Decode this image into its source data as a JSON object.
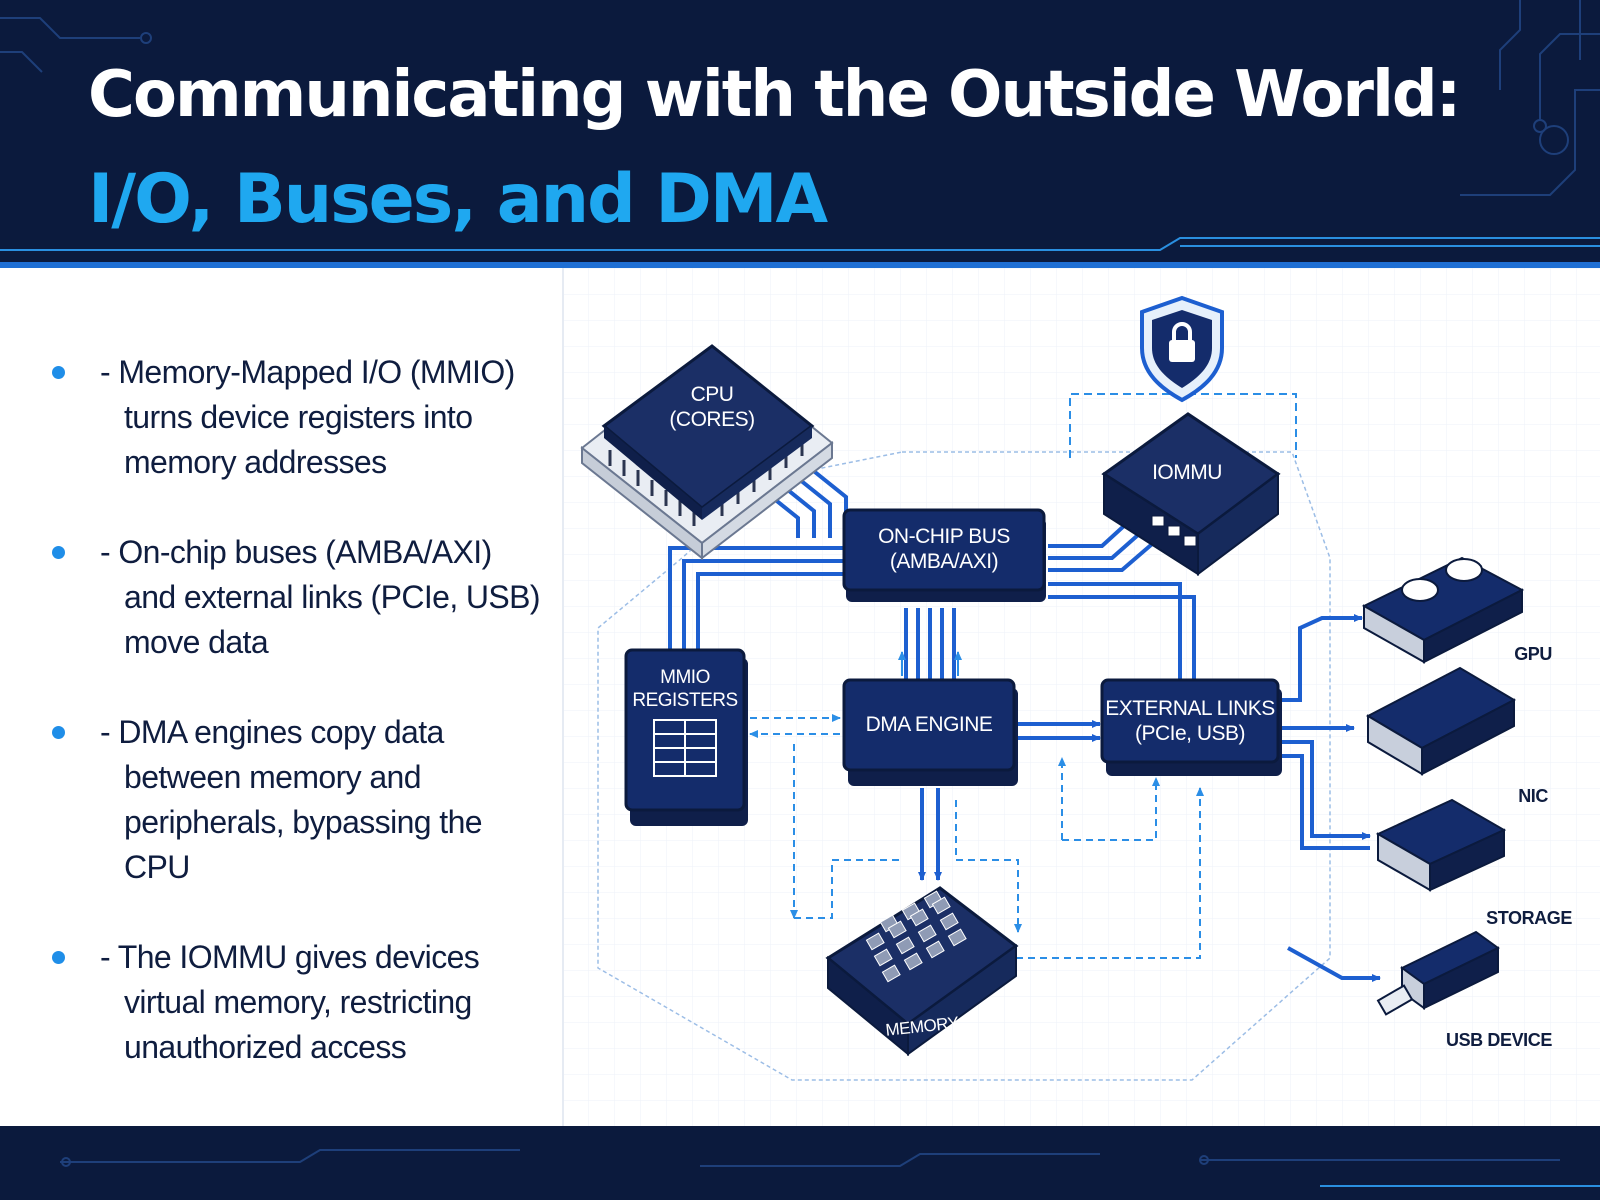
{
  "header": {
    "title_line1": "Communicating with the Outside World:",
    "title_line2": "I/O, Buses, and DMA"
  },
  "bullets": [
    {
      "first": "- Memory-Mapped I/O (MMIO)",
      "rest": [
        "turns device registers into",
        "memory addresses"
      ]
    },
    {
      "first": "- On-chip buses (AMBA/AXI)",
      "rest": [
        "and external links (PCIe, USB)",
        "move data"
      ]
    },
    {
      "first": "- DMA engines copy data",
      "rest": [
        "between memory and",
        "peripherals, bypassing the CPU"
      ]
    },
    {
      "first": "- The IOMMU gives devices",
      "rest": [
        "virtual memory, restricting",
        "unauthorized access"
      ]
    }
  ],
  "diagram": {
    "cpu": {
      "line1": "CPU",
      "line2": "(CORES)"
    },
    "bus": {
      "line1": "ON-CHIP BUS",
      "line2": "(AMBA/AXI)"
    },
    "iommu": {
      "label": "IOMMU"
    },
    "mmio": {
      "line1": "MMIO",
      "line2": "REGISTERS"
    },
    "dma": {
      "label": "DMA ENGINE"
    },
    "ext": {
      "line1": "EXTERNAL LINKS",
      "line2": "(PCIe, USB)"
    },
    "memory": {
      "label": "MEMORY"
    },
    "devices": {
      "gpu": "GPU",
      "nic": "NIC",
      "storage": "STORAGE",
      "usb": "USB DEVICE"
    },
    "icons": {
      "security": "shield-lock-icon"
    }
  },
  "colors": {
    "navy": "#0b1a3d",
    "node": "#142c6b",
    "accent": "#1fa8f0",
    "line": "#1d5fd0",
    "dash": "#2b8ee6"
  }
}
